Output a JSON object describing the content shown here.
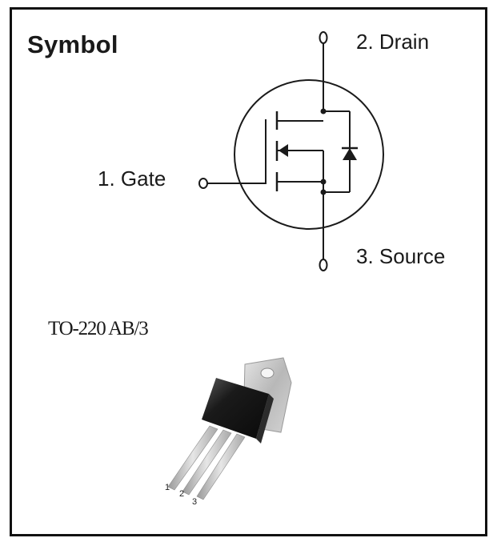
{
  "symbol": {
    "heading": "Symbol",
    "pins": {
      "drain": "2. Drain",
      "gate": "1. Gate",
      "source": "3. Source"
    }
  },
  "package": {
    "name": "TO-220 AB/3",
    "lead_numbers": [
      "1",
      "2",
      "3"
    ]
  }
}
